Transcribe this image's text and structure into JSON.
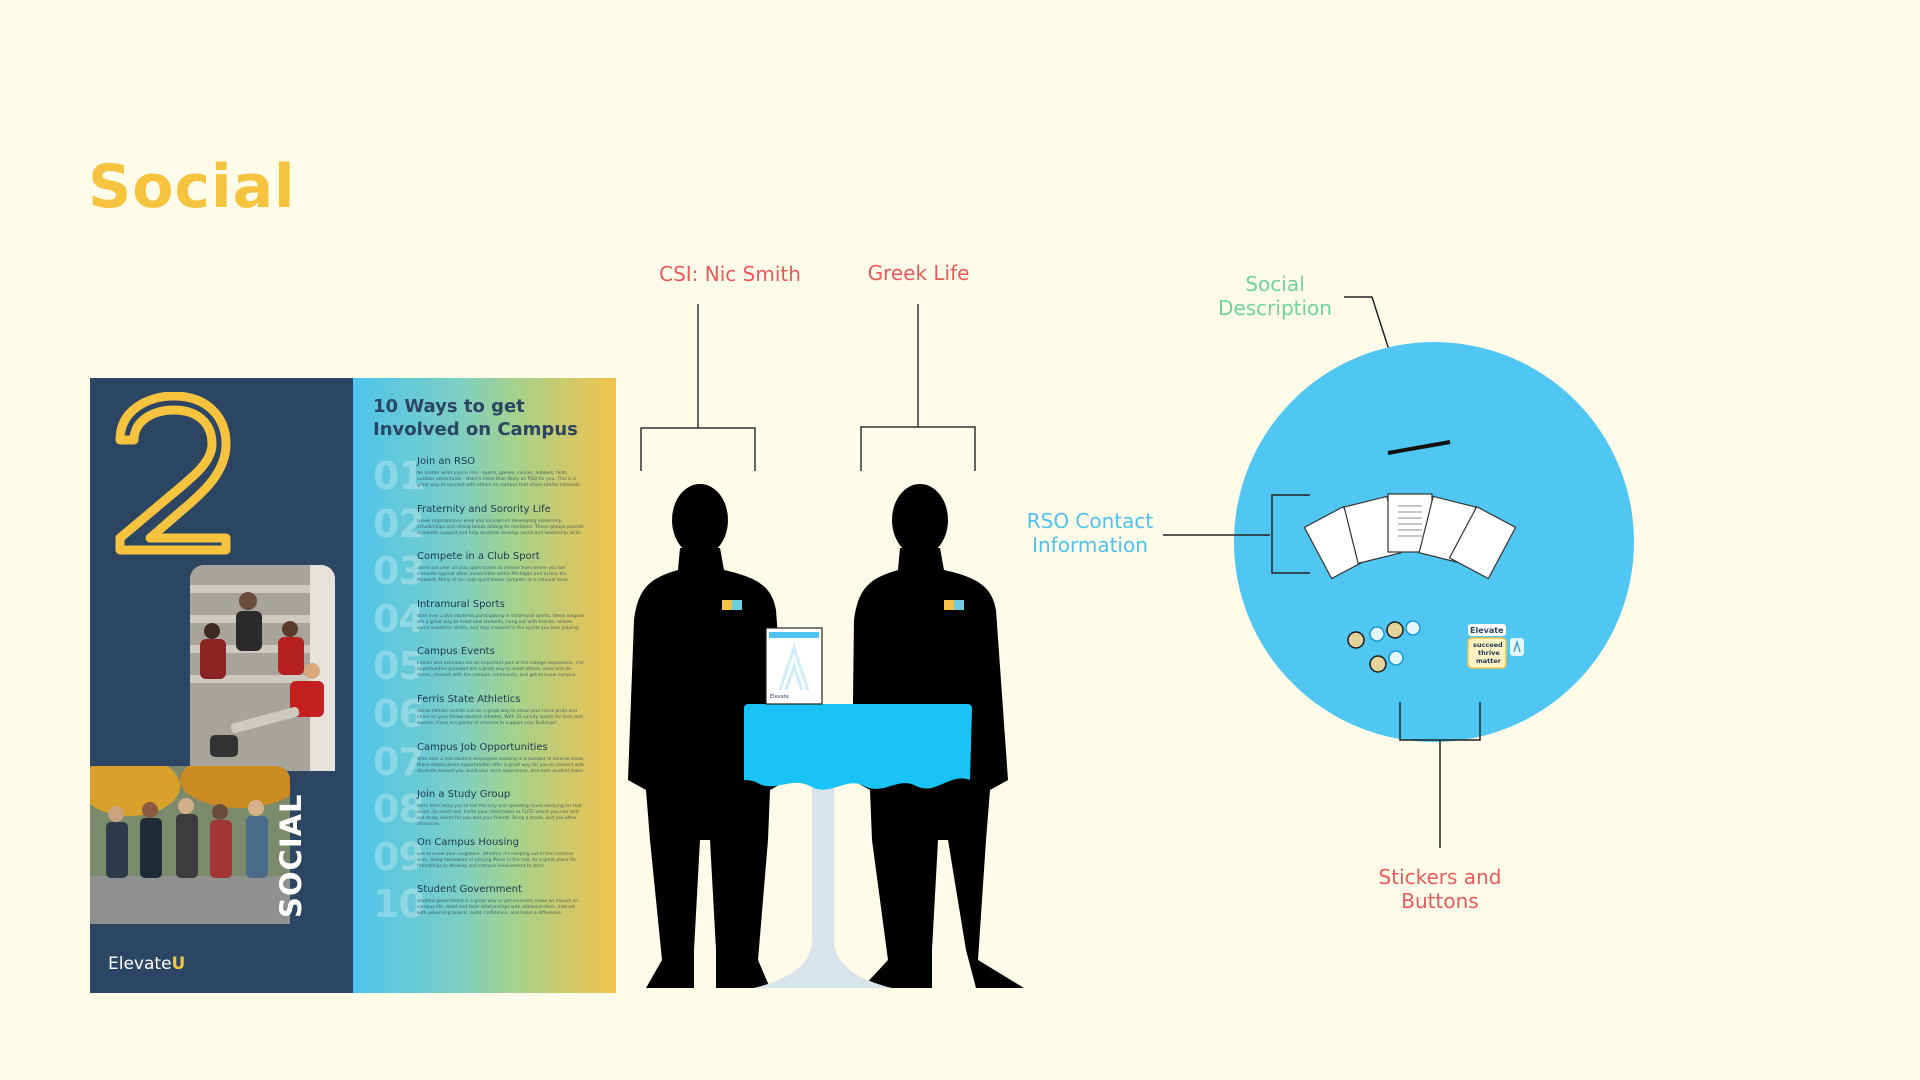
{
  "title": "Social",
  "labels": {
    "csi": "CSI: Nic Smith",
    "greek": "Greek Life",
    "social_description": "Social Description",
    "rso_contact": "RSO Contact Information",
    "stickers": "Stickers and Buttons"
  },
  "poster": {
    "big_number": "2",
    "heading": "10 Ways to get Involved on Campus",
    "side_label": "SOCIAL",
    "logo": "Elevate",
    "items": [
      {
        "num": "01",
        "title": "Join an RSO",
        "desc": "No matter what you're into - sports, games, causes, hobbies, faith, outdoor adventures - there's more than likely an RSO for you. This is a great way to connect with others on campus that share similar interests."
      },
      {
        "num": "02",
        "title": "Fraternity and Sorority Life",
        "desc": "Greek organizations keep you focused on developing leadership, scholarships and strong bonds among its members. These groups provide academic support and help students develop social and leadership skills."
      },
      {
        "num": "03",
        "title": "Compete in a Club Sport",
        "desc": "There are over 20 club sport teams to choose from where you will compete against other universities within Michigan and across the Midwest. Many of our club sport teams compete at a national level."
      },
      {
        "num": "04",
        "title": "Intramural Sports",
        "desc": "With over 2,000 students participating in intramural sports, these leagues are a great way to meet new students, hang out with friends, relieve some academic stress, and stay involved in the sports you love playing."
      },
      {
        "num": "05",
        "title": "Campus Events",
        "desc": "Events and activities are an important part of the college experience. The opportunities provided are a great way to meet others, relax and de-stress, connect with the campus community, and get to know campus."
      },
      {
        "num": "06",
        "title": "Ferris State Athletics",
        "desc": "Home athletic events can be a great way to show your Ferris pride and cheer on your fellow student athletes. With 15 varsity sports for men and women, there are plenty of chances to support your Bulldogs!"
      },
      {
        "num": "07",
        "title": "Campus Job Opportunities",
        "desc": "With over 2,500 student employees working in a number of diverse areas, these employment opportunities offer a great way for you to connect with students around you, build your work experience, and earn student loans."
      },
      {
        "num": "08",
        "title": "Join a Study Group",
        "desc": "More than likely you're not the only one spending hours studying for that exam. So reach out. Invite your classmates to FLITE where you can rent out study rooms for you and your friends. Bring a snack, and use other resources."
      },
      {
        "num": "09",
        "title": "On Campus Housing",
        "desc": "Get to know your neighbors. Whether it's hanging out in the common area, doing homework or playing Mario in the hall, its a great place for friendships to develop and campus involvement to start."
      },
      {
        "num": "10",
        "title": "Student Government",
        "desc": "Student government is a great way to get involved, make an impact on campus life, meet and form relationships with administrators, interact with governing boards, build confidence, and make a difference."
      }
    ]
  },
  "stand_sign": {
    "logo": "Elevate"
  },
  "buttons": {
    "sticker_elevate": "Elevate",
    "sticker_words": [
      "succeed",
      "thrive",
      "matter"
    ]
  },
  "colors": {
    "background": "#fefbe9",
    "title": "#f5c33e",
    "label_red": "#e95a5c",
    "label_green": "#6fd49c",
    "label_blue": "#4cc2f0",
    "table": "#19c3f5",
    "circle": "#50c6f3",
    "poster_navy": "#2b4562"
  }
}
